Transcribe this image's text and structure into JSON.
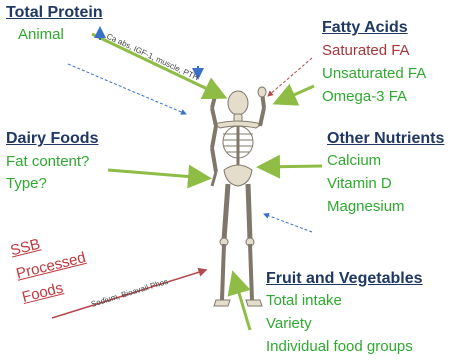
{
  "total_protein": {
    "heading": "Total Protein",
    "items": [
      "Animal"
    ],
    "arrow_label": "Ca abs, IGF-1, muscle, PTH"
  },
  "fatty_acids": {
    "heading": "Fatty Acids",
    "items": [
      "Saturated FA",
      "Unsaturated FA",
      "Omega-3 FA"
    ]
  },
  "dairy_foods": {
    "heading": "Dairy Foods",
    "items": [
      "Fat content?",
      "Type?"
    ]
  },
  "other_nutrients": {
    "heading": "Other Nutrients",
    "items": [
      "Calcium",
      "Vitamin D",
      "Magnesium"
    ]
  },
  "ssb": {
    "lines": [
      "SSB",
      "Processed",
      "Foods"
    ],
    "arrow_label": "Sodium, Bioavail Phos"
  },
  "fruit_veg": {
    "heading": "Fruit and Vegetables",
    "items": [
      "Total intake",
      "Variety",
      "Individual food groups"
    ]
  },
  "colors": {
    "heading": "#1f3864",
    "green": "#2eaa2e",
    "red": "#a5373a",
    "arrow_green": "#8fbc45",
    "arrow_blue": "#3a70c8",
    "arrow_red": "#b5484b"
  }
}
